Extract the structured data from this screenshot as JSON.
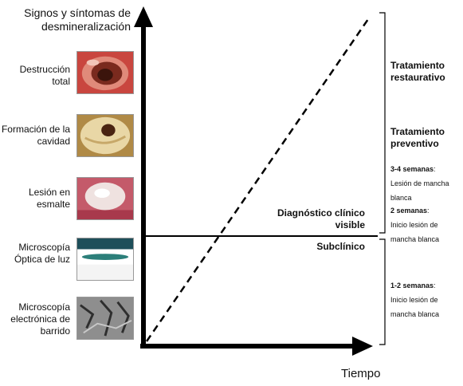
{
  "axes": {
    "y_label": "Signos y síntomas de desmineralización",
    "x_label": "Tiempo"
  },
  "stages": [
    {
      "label": "Destrucción total",
      "image": "destruccion-total-photo"
    },
    {
      "label": "Formación de la cavidad",
      "image": "formacion-cavidad-photo"
    },
    {
      "label": "Lesión en esmalte",
      "image": "lesion-esmalte-photo"
    },
    {
      "label": "Microscopía Óptica de luz",
      "image": "microscopia-optica-photo"
    },
    {
      "label": "Microscopía electrónica de barrido",
      "image": "microscopia-electronica-photo"
    }
  ],
  "threshold": {
    "above_label": "Diagnóstico clínico visible",
    "below_label": "Subclínico"
  },
  "right_panel": {
    "tratamiento_restaurativo": "Tratamiento restaurativo",
    "tratamiento_preventivo": "Tratamiento preventivo",
    "notes": [
      {
        "bold": "3-4 semanas",
        "text": "Lesión de mancha blanca"
      },
      {
        "bold": "2 semanas",
        "text": "Inicio lesión de mancha blanca"
      },
      {
        "bold": "1-2 semanas",
        "text": "Inicio lesión de mancha blanca"
      }
    ]
  }
}
